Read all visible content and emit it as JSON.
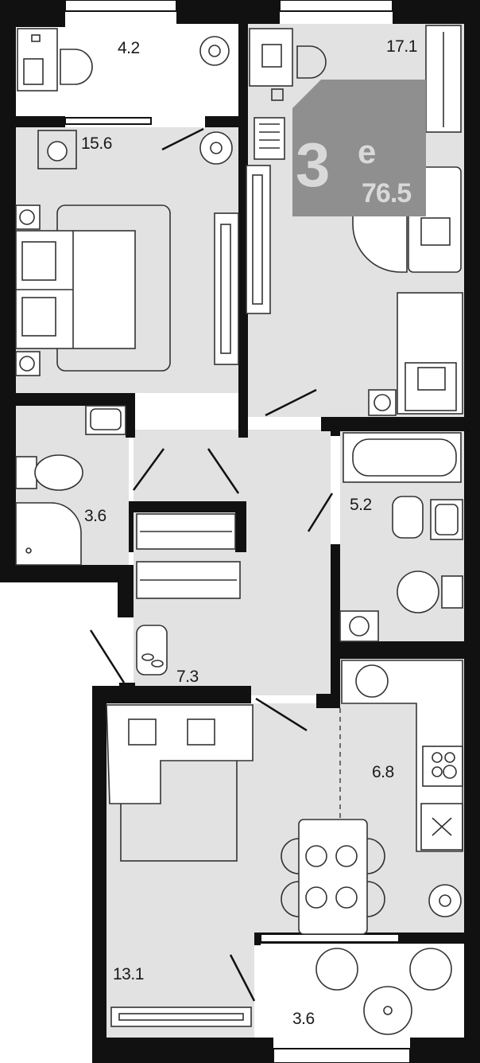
{
  "plan": {
    "rooms": [
      {
        "id": "balcony-top",
        "area": "4.2"
      },
      {
        "id": "bedroom-large",
        "area": "17.1"
      },
      {
        "id": "bedroom",
        "area": "15.6"
      },
      {
        "id": "bathroom-shower",
        "area": "3.6"
      },
      {
        "id": "bathroom-bath",
        "area": "5.2"
      },
      {
        "id": "hallway",
        "area": "7.3"
      },
      {
        "id": "kitchen",
        "area": "6.8"
      },
      {
        "id": "living-room",
        "area": "13.1"
      },
      {
        "id": "balcony-bottom",
        "area": "3.6"
      }
    ],
    "badge": {
      "rooms": "3",
      "suffix": "e",
      "total_area": "76.5"
    },
    "colors": {
      "wall": "#111111",
      "floor": "#e2e2e2",
      "badge": "#8f8f8f",
      "badge_text": "#d9d9d9"
    }
  }
}
